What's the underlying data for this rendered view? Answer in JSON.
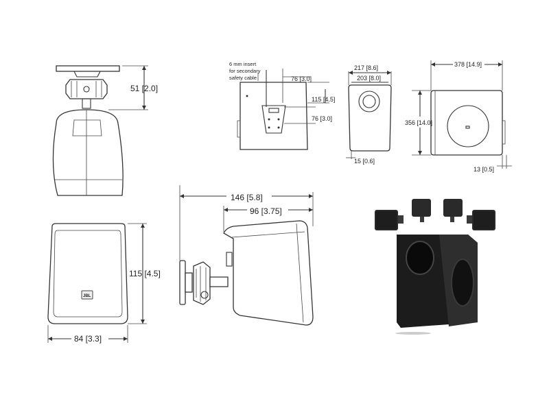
{
  "dimensions": {
    "bracket_height": "51 [2.0]",
    "front_height": "115 [4.5]",
    "front_width": "84 [3.3]",
    "side_depth_total": "146 [5.8]",
    "side_depth_body": "96 [3.75]",
    "insert_note_line1": "6 mm insert",
    "insert_note_line2": "for secondary",
    "insert_note_line3": "safety cable",
    "rear_top_offset": "76 [3.0]",
    "rear_height": "115 [4.5]",
    "rear_mid_offset": "76 [3.0]",
    "sub_side_outer": "217 [8.6]",
    "sub_side_inner": "203 [8.0]",
    "sub_side_foot": "15 [0.6]",
    "sub_front_width": "378 [14.9]",
    "sub_front_height": "356 [14.0]",
    "sub_front_foot": "13 [0.5]"
  },
  "logos": {
    "front_badge": "JBL"
  },
  "colors": {
    "line": "#333333",
    "product_dark": "#1c1c1c",
    "product_mid": "#2e2e2e"
  }
}
